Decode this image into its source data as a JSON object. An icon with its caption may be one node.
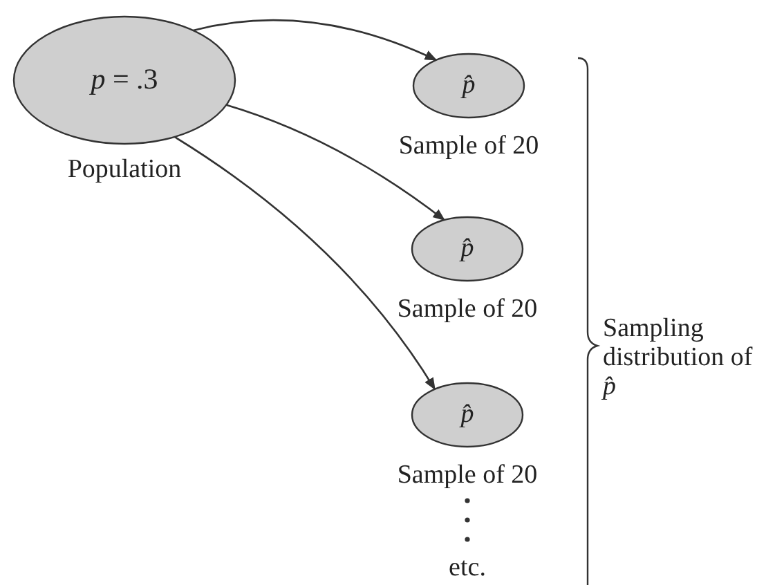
{
  "diagram": {
    "nodes": [
      {
        "text": [
          "*p* = .3",
          "Population"
        ]
      },
      {
        "text": [
          "p̂",
          "Sample of 20"
        ]
      },
      {
        "text": [
          "p̂",
          "Sample of 20"
        ]
      },
      {
        "text": [
          "p̂",
          "Sample of 20"
        ]
      }
    ],
    "edges": [
      {
        "from": 0,
        "to": 1,
        "arrow": "to"
      },
      {
        "from": 0,
        "to": 2,
        "arrow": "to"
      },
      {
        "from": 0,
        "to": 3,
        "arrow": "to"
      }
    ],
    "labels": [
      "etc.",
      "Sampling distribution of *p̂*"
    ]
  }
}
